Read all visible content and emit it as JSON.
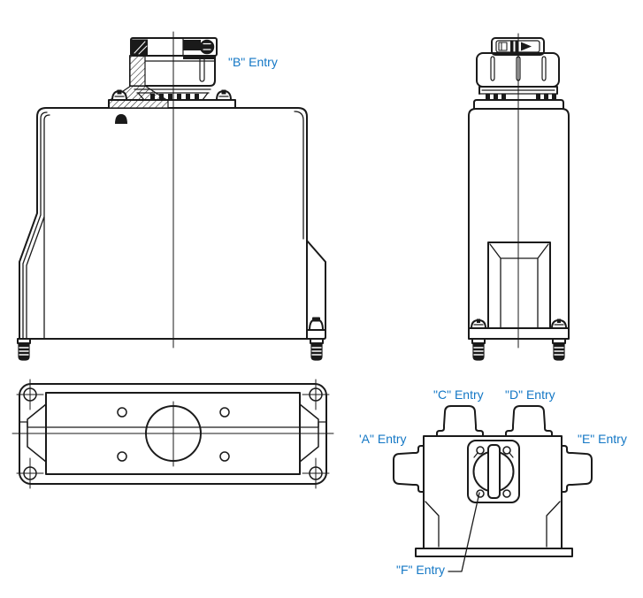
{
  "labels": {
    "entry_a": "'A\" Entry",
    "entry_b": "\"B\" Entry",
    "entry_c": "\"C\" Entry",
    "entry_d": "\"D\" Entry",
    "entry_e": "\"E\" Entry",
    "entry_f": "\"F\" Entry"
  },
  "colors": {
    "callout": "#1377c5",
    "line": "#1a1a1a",
    "background": "#ffffff"
  }
}
